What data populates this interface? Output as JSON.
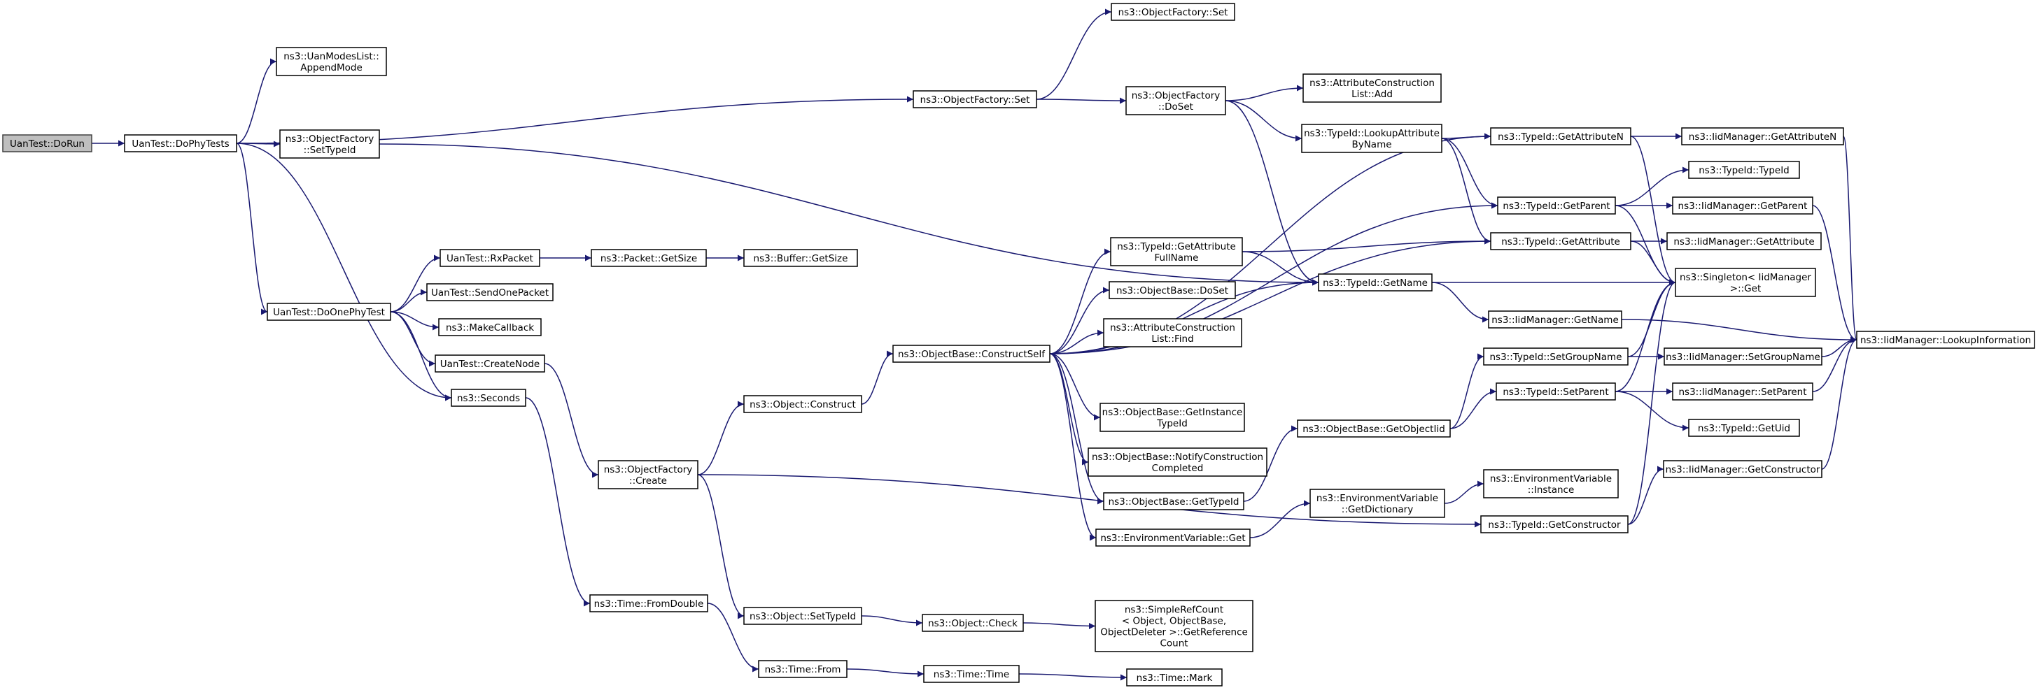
{
  "graph": {
    "nodes": [
      {
        "id": "DoRun",
        "lines": [
          "UanTest::DoRun"
        ],
        "root": true
      },
      {
        "id": "DoPhyTests",
        "lines": [
          "UanTest::DoPhyTests"
        ]
      },
      {
        "id": "AppendMode",
        "lines": [
          "ns3::UanModesList::",
          "AppendMode"
        ]
      },
      {
        "id": "OFSetTypeId",
        "lines": [
          "ns3::ObjectFactory",
          "::SetTypeId"
        ]
      },
      {
        "id": "DoOnePhyTest",
        "lines": [
          "UanTest::DoOnePhyTest"
        ]
      },
      {
        "id": "Seconds",
        "lines": [
          "ns3::Seconds"
        ]
      },
      {
        "id": "RxPacket",
        "lines": [
          "UanTest::RxPacket"
        ]
      },
      {
        "id": "SendOnePacket",
        "lines": [
          "UanTest::SendOnePacket"
        ]
      },
      {
        "id": "MakeCallback",
        "lines": [
          "ns3::MakeCallback"
        ]
      },
      {
        "id": "CreateNode",
        "lines": [
          "UanTest::CreateNode"
        ]
      },
      {
        "id": "PacketGetSize",
        "lines": [
          "ns3::Packet::GetSize"
        ]
      },
      {
        "id": "BufferGetSize",
        "lines": [
          "ns3::Buffer::GetSize"
        ]
      },
      {
        "id": "OFSetTop",
        "lines": [
          "ns3::ObjectFactory::Set"
        ]
      },
      {
        "id": "OFSetMid",
        "lines": [
          "ns3::ObjectFactory::Set"
        ]
      },
      {
        "id": "OFDoSet",
        "lines": [
          "ns3::ObjectFactory",
          "::DoSet"
        ]
      },
      {
        "id": "ACLAdd",
        "lines": [
          "ns3::AttributeConstruction",
          "List::Add"
        ]
      },
      {
        "id": "LookupAttrByName",
        "lines": [
          "ns3::TypeId::LookupAttribute",
          "ByName"
        ]
      },
      {
        "id": "GetAttributeN",
        "lines": [
          "ns3::TypeId::GetAttributeN"
        ]
      },
      {
        "id": "IidGetAttributeN",
        "lines": [
          "ns3::IidManager::GetAttributeN"
        ]
      },
      {
        "id": "TypeIdTypeId",
        "lines": [
          "ns3::TypeId::TypeId"
        ]
      },
      {
        "id": "GetParent",
        "lines": [
          "ns3::TypeId::GetParent"
        ]
      },
      {
        "id": "IidGetParent",
        "lines": [
          "ns3::IidManager::GetParent"
        ]
      },
      {
        "id": "GetAttribute",
        "lines": [
          "ns3::TypeId::GetAttribute"
        ]
      },
      {
        "id": "IidGetAttribute",
        "lines": [
          "ns3::IidManager::GetAttribute"
        ]
      },
      {
        "id": "GetAttrFullName",
        "lines": [
          "ns3::TypeId::GetAttribute",
          "FullName"
        ]
      },
      {
        "id": "GetName",
        "lines": [
          "ns3::TypeId::GetName"
        ]
      },
      {
        "id": "SingletonGet",
        "lines": [
          "ns3::Singleton< IidManager",
          "  >::Get"
        ]
      },
      {
        "id": "IidGetName",
        "lines": [
          "ns3::IidManager::GetName"
        ]
      },
      {
        "id": "LookupInformation",
        "lines": [
          "ns3::IidManager::LookupInformation"
        ]
      },
      {
        "id": "OBDoSet",
        "lines": [
          "ns3::ObjectBase::DoSet"
        ]
      },
      {
        "id": "ACLFind",
        "lines": [
          "ns3::AttributeConstruction",
          "List::Find"
        ]
      },
      {
        "id": "ConstructSelf",
        "lines": [
          "ns3::ObjectBase::ConstructSelf"
        ]
      },
      {
        "id": "GetInstanceTypeId",
        "lines": [
          "ns3::ObjectBase::GetInstance",
          "TypeId"
        ]
      },
      {
        "id": "NotifyConstructionCompleted",
        "lines": [
          "ns3::ObjectBase::NotifyConstruction",
          "Completed"
        ]
      },
      {
        "id": "OBGetTypeId",
        "lines": [
          "ns3::ObjectBase::GetTypeId"
        ]
      },
      {
        "id": "EnvGet",
        "lines": [
          "ns3::EnvironmentVariable::Get"
        ]
      },
      {
        "id": "GetObjectIid",
        "lines": [
          "ns3::ObjectBase::GetObjectIid"
        ]
      },
      {
        "id": "SetGroupName",
        "lines": [
          "ns3::TypeId::SetGroupName"
        ]
      },
      {
        "id": "IidSetGroupName",
        "lines": [
          "ns3::IidManager::SetGroupName"
        ]
      },
      {
        "id": "SetParent",
        "lines": [
          "ns3::TypeId::SetParent"
        ]
      },
      {
        "id": "IidSetParent",
        "lines": [
          "ns3::IidManager::SetParent"
        ]
      },
      {
        "id": "GetUid",
        "lines": [
          "ns3::TypeId::GetUid"
        ]
      },
      {
        "id": "EnvGetDictionary",
        "lines": [
          "ns3::EnvironmentVariable",
          "::GetDictionary"
        ]
      },
      {
        "id": "EnvInstance",
        "lines": [
          "ns3::EnvironmentVariable",
          "::Instance"
        ]
      },
      {
        "id": "IidGetConstructor",
        "lines": [
          "ns3::IidManager::GetConstructor"
        ]
      },
      {
        "id": "TypeIdGetConstructor",
        "lines": [
          "ns3::TypeId::GetConstructor"
        ]
      },
      {
        "id": "ObjectConstruct",
        "lines": [
          "ns3::Object::Construct"
        ]
      },
      {
        "id": "OFCreate",
        "lines": [
          "ns3::ObjectFactory",
          "::Create"
        ]
      },
      {
        "id": "TimeFromDouble",
        "lines": [
          "ns3::Time::FromDouble"
        ]
      },
      {
        "id": "ObjectSetTypeId",
        "lines": [
          "ns3::Object::SetTypeId"
        ]
      },
      {
        "id": "ObjectCheck",
        "lines": [
          "ns3::Object::Check"
        ]
      },
      {
        "id": "SimpleRefCount",
        "lines": [
          "ns3::SimpleRefCount",
          "< Object, ObjectBase,",
          "ObjectDeleter >::GetReference",
          "Count"
        ]
      },
      {
        "id": "TimeFrom",
        "lines": [
          "ns3::Time::From"
        ]
      },
      {
        "id": "TimeTime",
        "lines": [
          "ns3::Time::Time"
        ]
      },
      {
        "id": "TimeMark",
        "lines": [
          "ns3::Time::Mark"
        ]
      }
    ]
  },
  "colors": {
    "edge": "#191970",
    "node_border": "#000000",
    "root_fill": "#bfbfbf",
    "root_border": "#404040",
    "node_fill": "#ffffff"
  }
}
